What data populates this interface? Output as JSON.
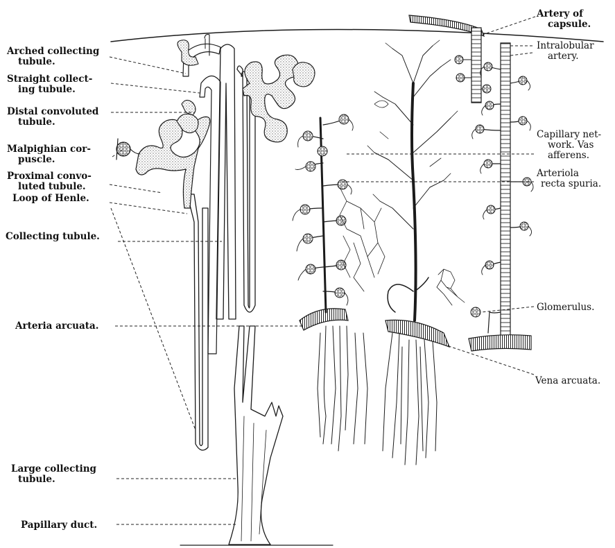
{
  "labels_left": [
    {
      "id": "arched-collecting-tubule",
      "lines": [
        "Arched collecting",
        "tubule."
      ]
    },
    {
      "id": "straight-collecting-tubule",
      "lines": [
        "Straight collect-",
        "ing tubule."
      ]
    },
    {
      "id": "distal-convoluted-tubule",
      "lines": [
        "Distal convoluted",
        "tubule."
      ]
    },
    {
      "id": "malpighian-corpuscle",
      "lines": [
        "Malpighian  cor-",
        "puscle."
      ]
    },
    {
      "id": "proximal-convoluted-tubule",
      "lines": [
        "Proximal  convo-",
        "luted tubule."
      ]
    },
    {
      "id": "loop-of-henle",
      "lines": [
        "Loop of Henle."
      ]
    },
    {
      "id": "collecting-tubule",
      "lines": [
        "Collecting tubule."
      ]
    },
    {
      "id": "arteria-arcuata",
      "lines": [
        "Arteria arcuata."
      ]
    },
    {
      "id": "large-collecting-tubule",
      "lines": [
        "Large collecting",
        "tubule."
      ]
    },
    {
      "id": "papillary-duct",
      "lines": [
        "Papillary duct."
      ]
    }
  ],
  "labels_right": [
    {
      "id": "artery-of-capsule",
      "lines": [
        "Artery of",
        "capsule."
      ]
    },
    {
      "id": "intralobular-artery",
      "lines": [
        "Intralobular",
        "artery."
      ]
    },
    {
      "id": "capillary-network-vas-afferens",
      "lines": [
        "Capillary net-",
        "work.  Vas",
        "afferens."
      ]
    },
    {
      "id": "arteriola-recta-spuria",
      "lines": [
        "Arteriola",
        "recta spuria."
      ]
    },
    {
      "id": "glomerulus",
      "lines": [
        "Glomerulus."
      ]
    },
    {
      "id": "vena-arcuata",
      "lines": [
        "Vena arcuata."
      ]
    }
  ]
}
